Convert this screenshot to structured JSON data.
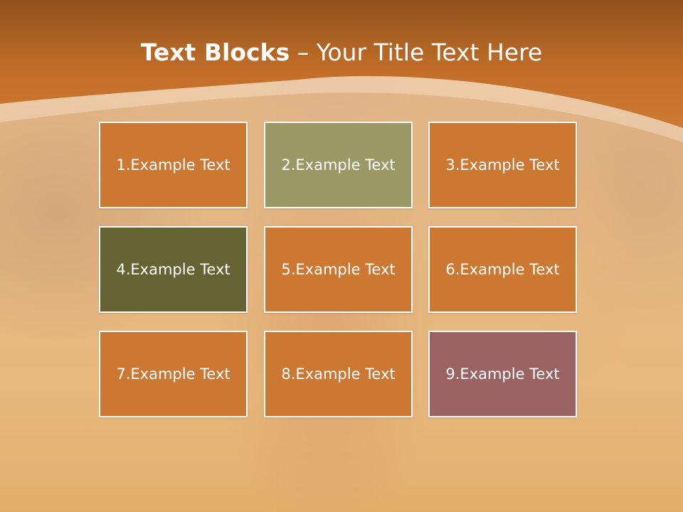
{
  "slide": {
    "title_bold": "Text Blocks",
    "title_rest": " – Your Title Text Here"
  },
  "blocks": [
    {
      "label": "1.Example Text",
      "color": "#cc7833"
    },
    {
      "label": "2.Example Text",
      "color": "#9a9865"
    },
    {
      "label": "3.Example Text",
      "color": "#cc7833"
    },
    {
      "label": "4.Example Text",
      "color": "#636333"
    },
    {
      "label": "5.Example Text",
      "color": "#cc7833"
    },
    {
      "label": "6.Example Text",
      "color": "#cc7833"
    },
    {
      "label": "7.Example Text",
      "color": "#cc7833"
    },
    {
      "label": "8.Example Text",
      "color": "#cc7833"
    },
    {
      "label": "9.Example Text",
      "color": "#9a6261"
    }
  ],
  "colors": {
    "header": "#c8742e",
    "header_dark": "#8f521c"
  }
}
